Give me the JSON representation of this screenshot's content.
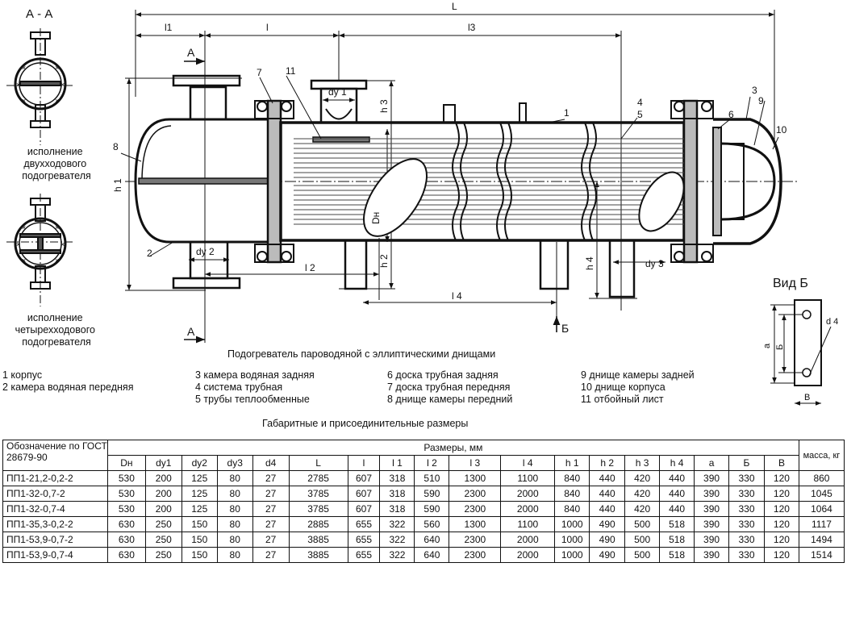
{
  "section_label": "А - А",
  "variant_two_pass": "исполнение двухходового подогревателя",
  "variant_four_pass": "исполнение четырехходового подогревателя",
  "view_b_title": "Вид Б",
  "view_b_labels": {
    "a": "а",
    "b": "Б",
    "v": "В",
    "d4": "d 4"
  },
  "dims": {
    "L": "L",
    "l1": "l1",
    "l": "l",
    "l3": "l3",
    "A_top": "А",
    "A_bottom": "А",
    "dy1": "dy 1",
    "dy2": "dy 2",
    "dy3": "dy 3",
    "h1": "h 1",
    "h2": "h 2",
    "h3": "h 3",
    "h4": "h 4",
    "Dn": "Dн",
    "l2": "l 2",
    "l4": "l 4",
    "B_arrow": "Б"
  },
  "callouts": [
    "1",
    "2",
    "3",
    "4",
    "5",
    "6",
    "7",
    "8",
    "9",
    "10",
    "11"
  ],
  "drawing_caption": "Подогреватель пароводяной с эллиптическими днищами",
  "legend": [
    [
      "1 корпус",
      "2 камера водяная передняя"
    ],
    [
      "3 камера водяная задняя",
      "4 система трубная",
      "5 трубы теплообменные"
    ],
    [
      "6 доска трубная задняя",
      "7 доска трубная передняя",
      "8 днище камеры передний"
    ],
    [
      "9 днище камеры задней",
      "10 днище корпуса",
      "11 отбойный лист"
    ]
  ],
  "table_caption": "Габаритные и присоединительные размеры",
  "table": {
    "designation_header": "Обозначение по ГОСТ 28679-90",
    "sizes_header": "Размеры, мм",
    "mass_header": "масса, кг",
    "columns": [
      "Dн",
      "dу1",
      "dу2",
      "dу3",
      "d4",
      "L",
      "l",
      "l 1",
      "l 2",
      "l 3",
      "l 4",
      "h 1",
      "h 2",
      "h 3",
      "h 4",
      "a",
      "Б",
      "В"
    ],
    "rows": [
      {
        "name": "ПП1-21,2-0,2-2",
        "values": [
          "530",
          "200",
          "125",
          "80",
          "27",
          "2785",
          "607",
          "318",
          "510",
          "1300",
          "1100",
          "840",
          "440",
          "420",
          "440",
          "390",
          "330",
          "120"
        ],
        "mass": "860"
      },
      {
        "name": "ПП1-32-0,7-2",
        "values": [
          "530",
          "200",
          "125",
          "80",
          "27",
          "3785",
          "607",
          "318",
          "590",
          "2300",
          "2000",
          "840",
          "440",
          "420",
          "440",
          "390",
          "330",
          "120"
        ],
        "mass": "1045"
      },
      {
        "name": "ПП1-32-0,7-4",
        "values": [
          "530",
          "200",
          "125",
          "80",
          "27",
          "3785",
          "607",
          "318",
          "590",
          "2300",
          "2000",
          "840",
          "440",
          "420",
          "440",
          "390",
          "330",
          "120"
        ],
        "mass": "1064"
      },
      {
        "name": "ПП1-35,3-0,2-2",
        "values": [
          "630",
          "250",
          "150",
          "80",
          "27",
          "2885",
          "655",
          "322",
          "560",
          "1300",
          "1100",
          "1000",
          "490",
          "500",
          "518",
          "390",
          "330",
          "120"
        ],
        "mass": "1117"
      },
      {
        "name": "ПП1-53,9-0,7-2",
        "values": [
          "630",
          "250",
          "150",
          "80",
          "27",
          "3885",
          "655",
          "322",
          "640",
          "2300",
          "2000",
          "1000",
          "490",
          "500",
          "518",
          "390",
          "330",
          "120"
        ],
        "mass": "1494"
      },
      {
        "name": "ПП1-53,9-0,7-4",
        "values": [
          "630",
          "250",
          "150",
          "80",
          "27",
          "3885",
          "655",
          "322",
          "640",
          "2300",
          "2000",
          "1000",
          "490",
          "500",
          "518",
          "390",
          "330",
          "120"
        ],
        "mass": "1514"
      }
    ]
  }
}
